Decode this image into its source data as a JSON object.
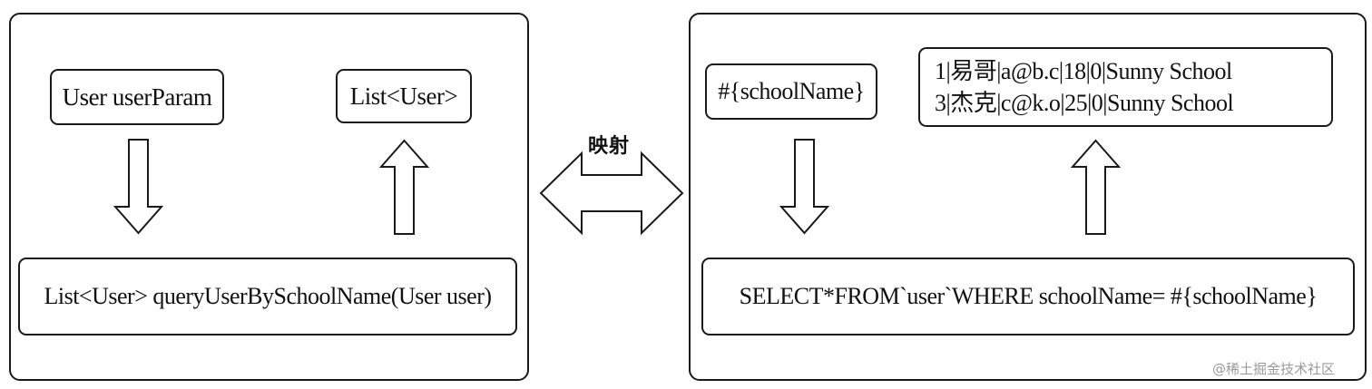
{
  "left_panel": {
    "input_box": "User userParam",
    "output_box": "List<User>",
    "method_box": "List<User> queryUserBySchoolName(User user)"
  },
  "mapping": {
    "label": "映射"
  },
  "right_panel": {
    "param_box": "#{schoolName}",
    "result_rows": [
      "1|易哥|a@b.c|18|0|Sunny School",
      "3|杰克|c@k.o|25|0|Sunny School"
    ],
    "sql_box": "SELECT*FROM`user`WHERE schoolName= #{schoolName}"
  },
  "watermark": "@稀土掘金技术社区"
}
